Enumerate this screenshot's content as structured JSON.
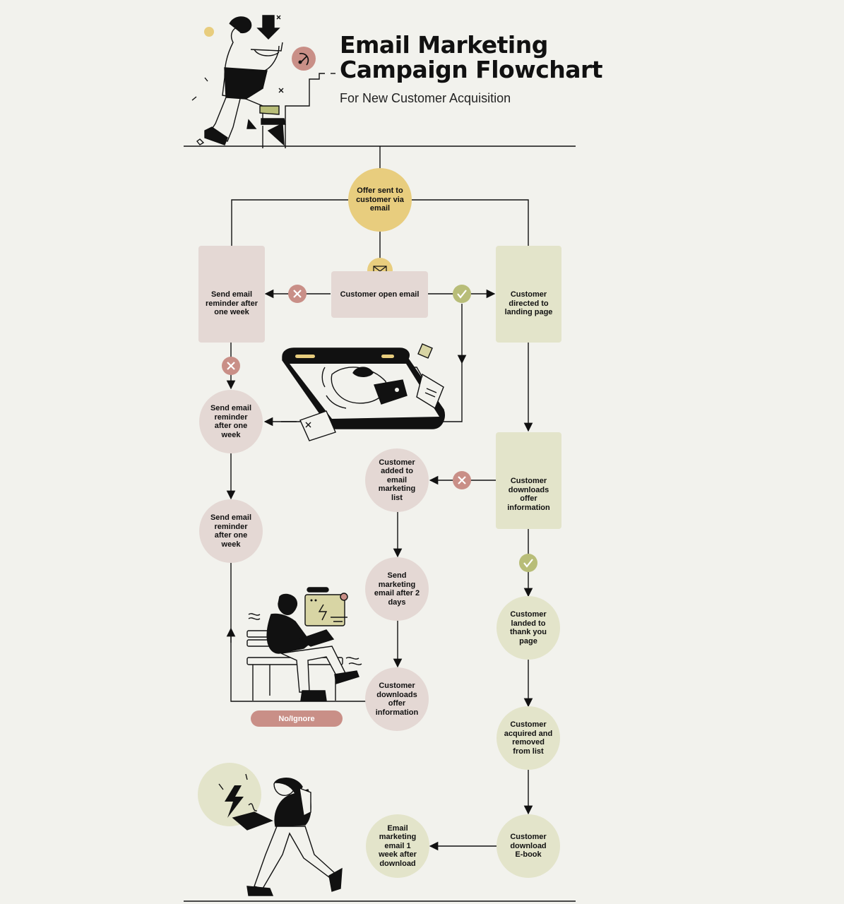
{
  "header": {
    "title_line1": "Email Marketing",
    "title_line2": "Campaign Flowchart",
    "subtitle": "For New Customer Acquisition"
  },
  "nodes": {
    "offer_sent": "Offer sent to customer via email",
    "open_email": "Customer open email",
    "reminder_box": "Send email reminder after one week",
    "landing_box": "Customer directed to landing page",
    "reminder_circle_1": "Send email reminder after one week",
    "reminder_circle_2": "Send email reminder after one week",
    "added_to_list": "Customer added to email marketing list",
    "downloads_offer_box": "Customer downloads offer information",
    "send_marketing": "Send marketing email after 2 days",
    "thank_you": "Customer landed to thank you page",
    "downloads_offer_circle": "Customer downloads offer information",
    "acquired_removed": "Customer acquired and removed from list",
    "download_ebook": "Customer download E-book",
    "email_after_download": "Email marketing email 1 week after download"
  },
  "labels": {
    "no_ignore": "No/Ignore"
  },
  "colors": {
    "background": "#f2f2ed",
    "yellow": "#e8cd7e",
    "rose": "#e4d8d4",
    "green": "#e3e4ca",
    "no_marker": "#c98f87",
    "yes_marker": "#b8bd78",
    "ink": "#111111"
  },
  "icons": [
    "email-icon",
    "envelope-icon",
    "headset-icon",
    "download-icon",
    "check-icon",
    "cross-icon"
  ]
}
